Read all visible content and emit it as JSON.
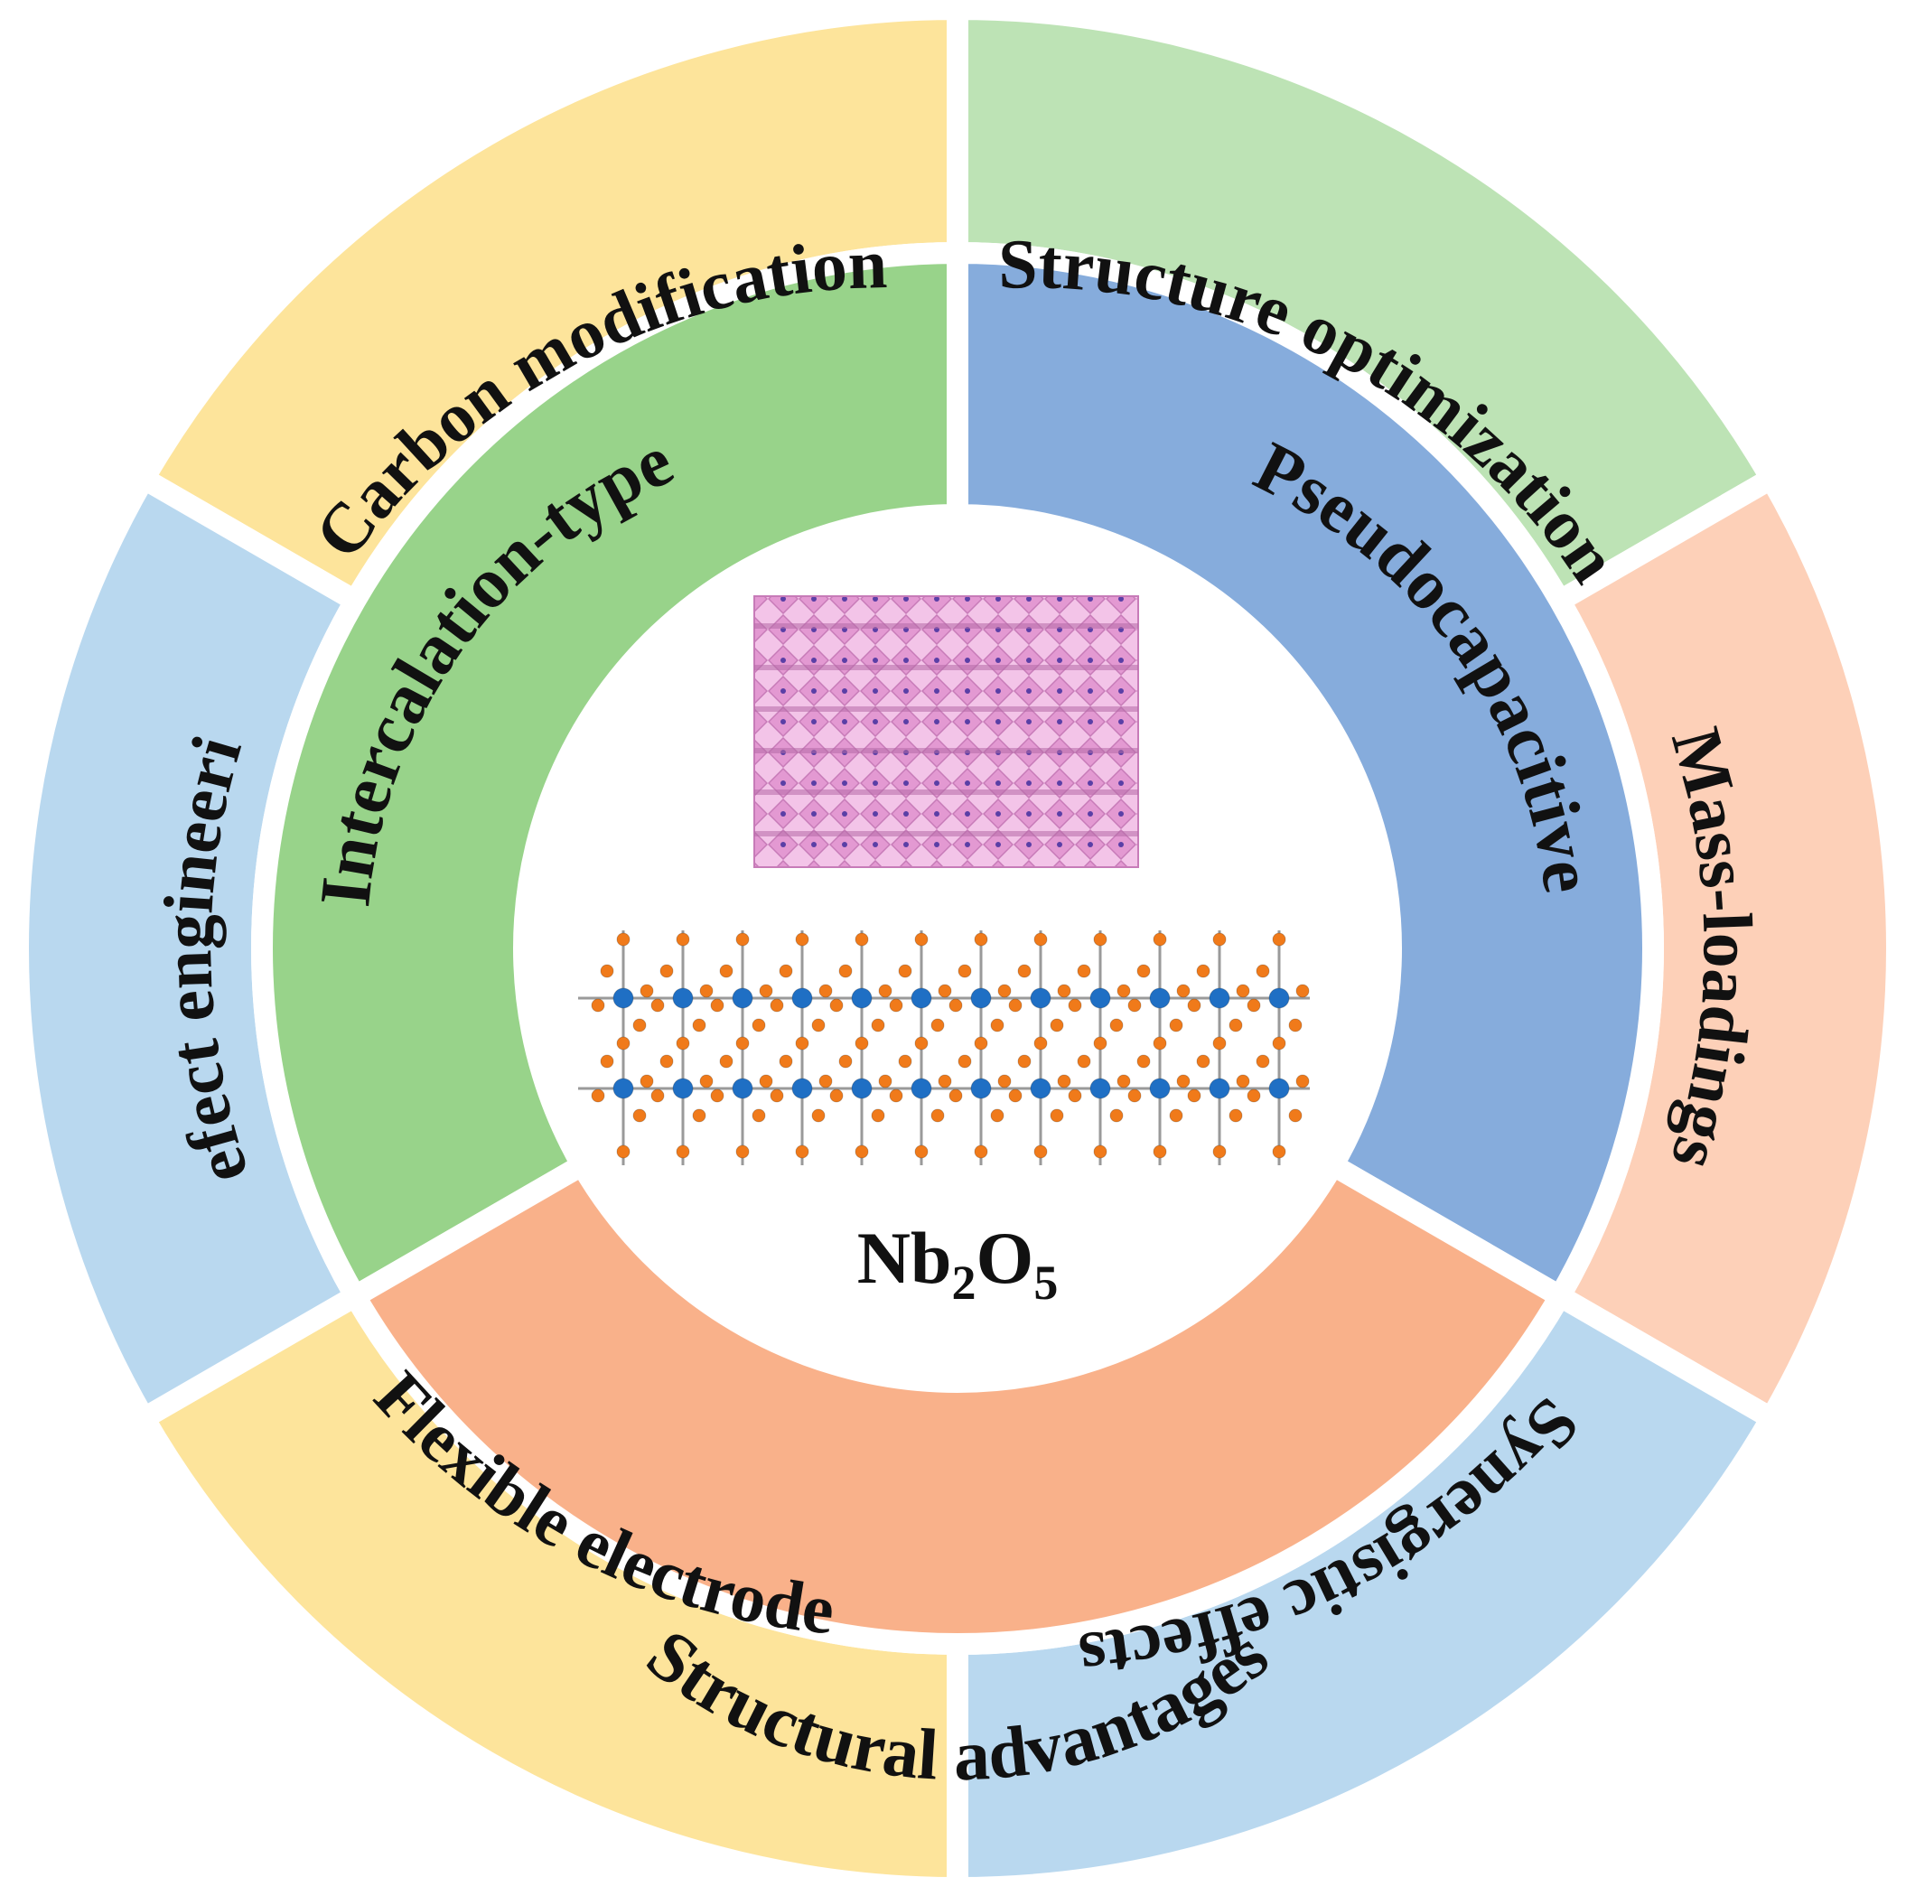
{
  "center": {
    "formula_main": "Nb",
    "formula_sub1": "2",
    "formula_mid": "O",
    "formula_sub2": "5"
  },
  "inner_ring": [
    {
      "label": "Intercalation-type",
      "color": "#98d38a"
    },
    {
      "label": "Pseudocapacitive",
      "color": "#86acdc"
    },
    {
      "label": "Structural advantages",
      "color": "#f9b18a"
    }
  ],
  "outer_ring": [
    {
      "label": "Carbon modification",
      "color": "#fde49b"
    },
    {
      "label": "Structure optimization",
      "color": "#bde3b5"
    },
    {
      "label": "Mass-loadings",
      "color": "#fdd0b8"
    },
    {
      "label": "Synergistic effects",
      "color": "#b9d8ef"
    },
    {
      "label": "Flexible electrode",
      "color": "#fde49b"
    },
    {
      "label": "Defect engineering",
      "color": "#b9d8ef"
    }
  ],
  "structures": {
    "top_polyhedra_color": "#e8a6d8",
    "atom_blue": "#1f6fc4",
    "atom_orange": "#f07a1a"
  }
}
